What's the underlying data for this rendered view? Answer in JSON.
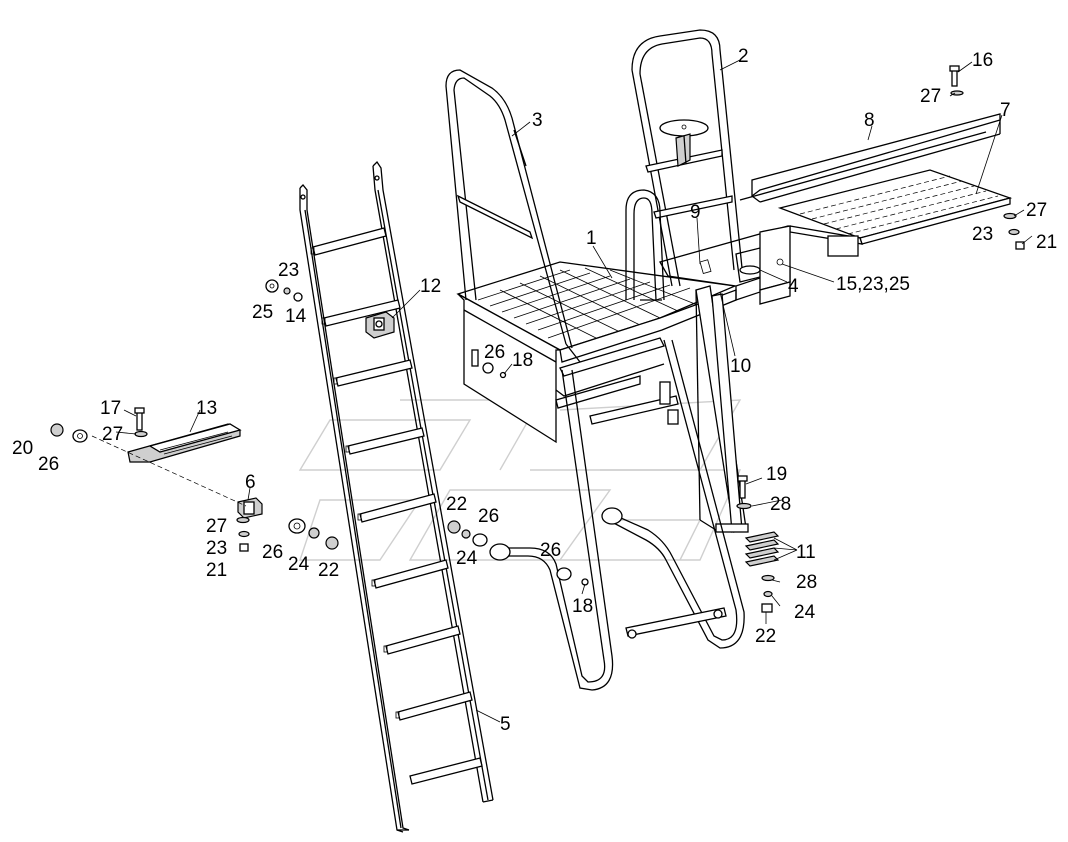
{
  "diagram": {
    "labels": {
      "l1": "1",
      "l2": "2",
      "l3": "3",
      "l4": "4",
      "l5": "5",
      "l6": "6",
      "l7": "7",
      "l8": "8",
      "l9": "9",
      "l10": "10",
      "l11": "11",
      "l12": "12",
      "l13": "13",
      "l14": "14",
      "l15_23_25": "15,23,25",
      "l16": "16",
      "l17": "17",
      "l18a": "18",
      "l18b": "18",
      "l19": "19",
      "l20": "20",
      "l21a": "21",
      "l21b": "21",
      "l22a": "22",
      "l22b": "22",
      "l22c": "22",
      "l23a": "23",
      "l23b": "23",
      "l23c": "23",
      "l24a": "24",
      "l24b": "24",
      "l24c": "24",
      "l25": "25",
      "l26a": "26",
      "l26b": "26",
      "l26c": "26",
      "l26d": "26",
      "l26e": "26",
      "l27a": "27",
      "l27b": "27",
      "l27c": "27",
      "l27d": "27",
      "l28a": "28",
      "l28b": "28"
    }
  }
}
